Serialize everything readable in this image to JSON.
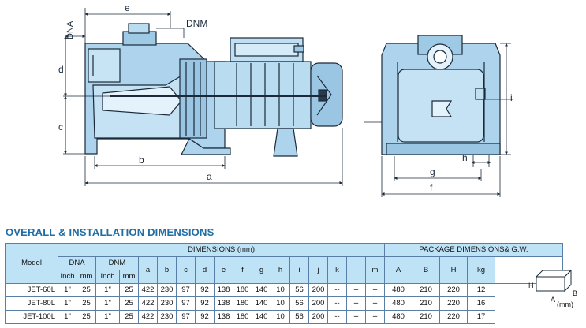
{
  "drawing": {
    "side_labels": {
      "e": "e",
      "dna": "DNA",
      "dnm": "DNM",
      "d": "d",
      "c": "c",
      "b": "b",
      "a": "a"
    },
    "end_labels": {
      "i": "i",
      "h": "h",
      "g": "g",
      "f": "f"
    }
  },
  "section_title": "OVERALL & INSTALLATION DIMENSIONS",
  "table": {
    "model_header": "Model",
    "dimensions_header": "DIMENSIONS (mm)",
    "package_header": "PACKAGE DIMENSIONS& G.W.",
    "dna_header": "DNA",
    "dnm_header": "DNM",
    "unit_inch": "Inch",
    "unit_mm": "mm",
    "dim_cols": [
      "a",
      "b",
      "c",
      "d",
      "e",
      "f",
      "g",
      "h",
      "i",
      "j",
      "k",
      "l",
      "m"
    ],
    "pkg_cols": [
      "A",
      "B",
      "H",
      "kg"
    ],
    "rows": [
      {
        "model": "JET-60L",
        "cells": [
          "1\"",
          "25",
          "1\"",
          "25",
          "422",
          "230",
          "97",
          "92",
          "138",
          "180",
          "140",
          "10",
          "56",
          "200",
          "--",
          "--",
          "--",
          "480",
          "210",
          "220",
          "12"
        ]
      },
      {
        "model": "JET-80L",
        "cells": [
          "1\"",
          "25",
          "1\"",
          "25",
          "422",
          "230",
          "97",
          "92",
          "138",
          "180",
          "140",
          "10",
          "56",
          "200",
          "--",
          "--",
          "--",
          "480",
          "210",
          "220",
          "16"
        ]
      },
      {
        "model": "JET-100L",
        "cells": [
          "1\"",
          "25",
          "1\"",
          "25",
          "422",
          "230",
          "97",
          "92",
          "138",
          "180",
          "140",
          "10",
          "56",
          "200",
          "--",
          "--",
          "--",
          "480",
          "210",
          "220",
          "17"
        ]
      }
    ]
  },
  "box_legend": {
    "h": "H",
    "a": "A",
    "b": "B",
    "unit": "(mm)"
  }
}
